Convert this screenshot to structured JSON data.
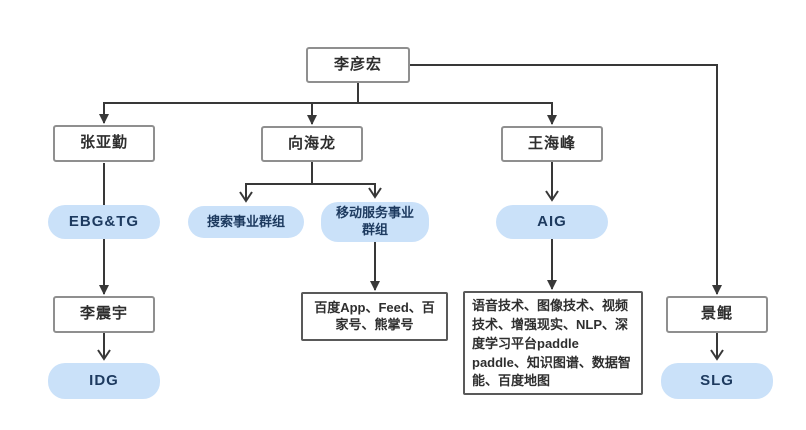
{
  "diagram": {
    "type": "org-chart",
    "colors": {
      "background": "#ffffff",
      "line": "#383838",
      "person_box_border": "#8f8f8f",
      "detail_box_border": "#595959",
      "pill_background": "#cae1f9",
      "pill_text": "#1d3a5f",
      "box_text": "#2e2e2e"
    },
    "nodes": {
      "ceo": {
        "label": "李彦宏"
      },
      "zhang": {
        "label": "张亚勤"
      },
      "xiang": {
        "label": "向海龙"
      },
      "wang": {
        "label": "王海峰"
      },
      "jing": {
        "label": "景鲲"
      },
      "lizhenyu": {
        "label": "李震宇"
      },
      "ebg_tg": {
        "label": "EBG&TG"
      },
      "search_group": {
        "label": "搜索事业群组"
      },
      "mobile_group": {
        "label": "移动服务事业群组"
      },
      "aig": {
        "label": "AIG"
      },
      "idg": {
        "label": "IDG"
      },
      "slg": {
        "label": "SLG"
      },
      "mobile_products": {
        "label": "百度App、Feed、百家号、熊掌号"
      },
      "aig_departments": {
        "label": "语音技术、图像技术、视频技术、增强现实、NLP、深度学习平台paddle paddle、知识图谱、数据智能、百度地图"
      }
    },
    "edges": [
      {
        "from": "ceo",
        "to": "zhang",
        "arrow": "solid"
      },
      {
        "from": "ceo",
        "to": "xiang",
        "arrow": "solid"
      },
      {
        "from": "ceo",
        "to": "wang",
        "arrow": "solid"
      },
      {
        "from": "ceo",
        "to": "jing",
        "arrow": "solid"
      },
      {
        "from": "zhang",
        "to": "ebg_tg",
        "arrow": "none"
      },
      {
        "from": "ebg_tg",
        "to": "lizhenyu",
        "arrow": "solid"
      },
      {
        "from": "lizhenyu",
        "to": "idg",
        "arrow": "open"
      },
      {
        "from": "xiang",
        "to": "search_group",
        "arrow": "open"
      },
      {
        "from": "xiang",
        "to": "mobile_group",
        "arrow": "open"
      },
      {
        "from": "mobile_group",
        "to": "mobile_products",
        "arrow": "solid"
      },
      {
        "from": "wang",
        "to": "aig",
        "arrow": "open"
      },
      {
        "from": "aig",
        "to": "aig_departments",
        "arrow": "solid"
      },
      {
        "from": "jing",
        "to": "slg",
        "arrow": "open"
      }
    ]
  }
}
